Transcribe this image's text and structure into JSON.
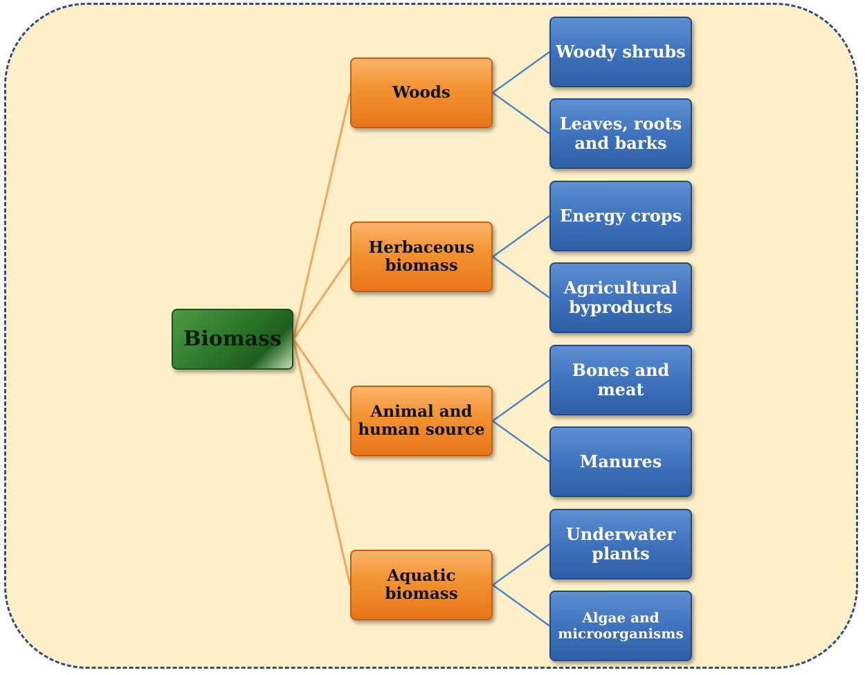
{
  "diagram": {
    "colors": {
      "background": "#fdefc8",
      "border": "#2f4f7f",
      "root": "#2c7a2a",
      "mid": "#f29230",
      "leaf": "#3f73bd",
      "root_connector": "#f5a65b",
      "leaf_connector": "#4f86c6"
    },
    "root": {
      "label": "Biomass"
    },
    "categories": [
      {
        "label": "Woods",
        "children": [
          {
            "label": "Woody shrubs"
          },
          {
            "label": "Leaves, roots and barks"
          }
        ]
      },
      {
        "label": "Herbaceous biomass",
        "children": [
          {
            "label": "Energy crops"
          },
          {
            "label": "Agricultural byproducts"
          }
        ]
      },
      {
        "label": "Animal and human source",
        "children": [
          {
            "label": "Bones and meat"
          },
          {
            "label": "Manures"
          }
        ]
      },
      {
        "label": "Aquatic biomass",
        "children": [
          {
            "label": "Underwater plants"
          },
          {
            "label": "Algae and microorganisms"
          }
        ]
      }
    ]
  }
}
